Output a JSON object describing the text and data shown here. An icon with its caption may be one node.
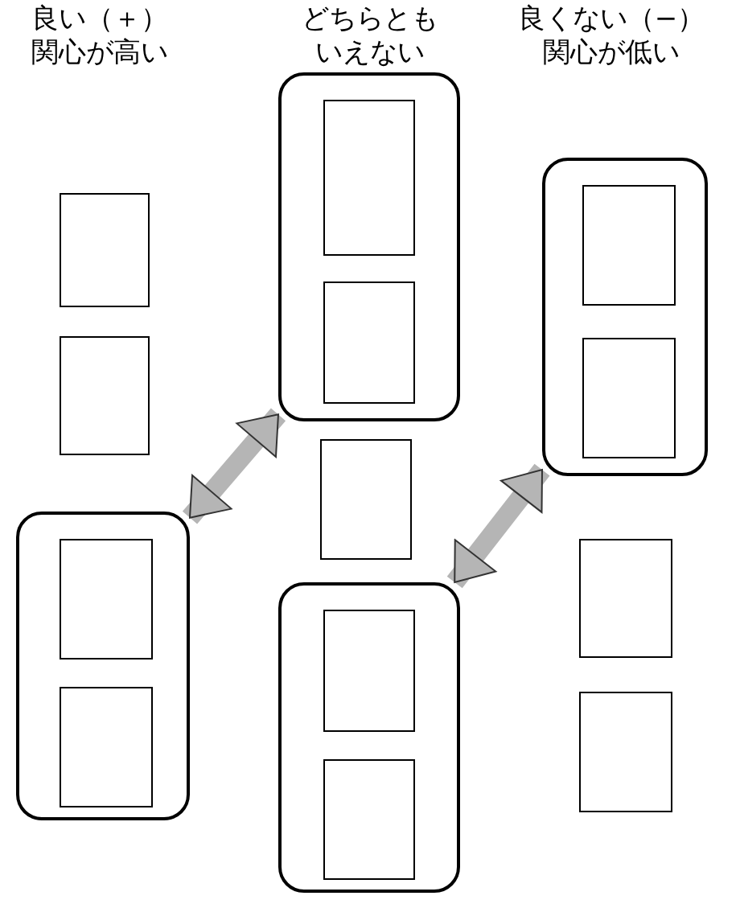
{
  "diagram": {
    "nodes": [
      {
        "text": [],
        "shape": "box"
      },
      {
        "text": [],
        "shape": "box"
      },
      {
        "text": [],
        "shape": "box"
      },
      {
        "text": [],
        "shape": "box",
        "in": 2
      },
      {
        "text": [],
        "shape": "box",
        "in": 2
      },
      {
        "text": [],
        "shape": "box"
      },
      {
        "text": [],
        "shape": "box",
        "in": 5
      },
      {
        "text": [],
        "shape": "box",
        "in": 5
      },
      {
        "text": [],
        "shape": "box"
      },
      {
        "text": [],
        "shape": "box"
      },
      {
        "text": [],
        "shape": "box",
        "in": 9
      },
      {
        "text": [],
        "shape": "box",
        "in": 9
      },
      {
        "text": [],
        "shape": "box"
      },
      {
        "text": [],
        "shape": "box",
        "in": 12
      },
      {
        "text": [],
        "shape": "box",
        "in": 12
      },
      {
        "text": [],
        "shape": "box"
      },
      {
        "text": [],
        "shape": "box"
      }
    ],
    "edges": [
      {
        "from": 2,
        "to": 5,
        "arrow": "both"
      },
      {
        "from": 9,
        "to": 12,
        "arrow": "both"
      }
    ],
    "labels": [
      "良い（＋）",
      "関心が高い",
      "どちらとも",
      "いえない",
      "良くない（−）",
      "関心が低い"
    ]
  }
}
